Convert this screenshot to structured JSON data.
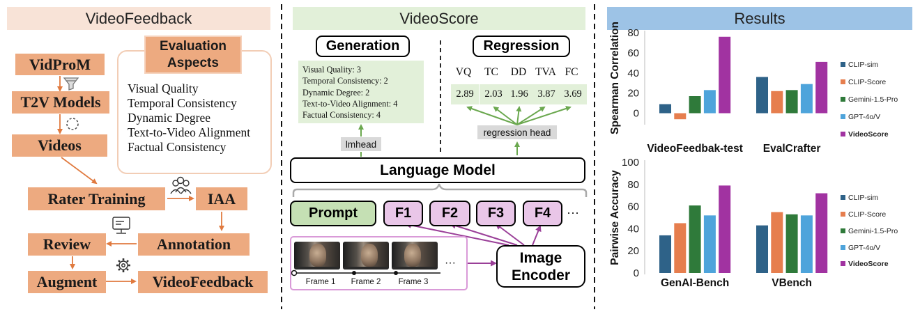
{
  "headers": {
    "left": "VideoFeedback",
    "middle": "VideoScore",
    "right": "Results"
  },
  "pipeline": {
    "vidprom": "VidProM",
    "t2v": "T2V Models",
    "videos": "Videos",
    "rater_training": "Rater Training",
    "iaa": "IAA",
    "review": "Review",
    "annotation": "Annotation",
    "augment": "Augment",
    "videofeedback": "VideoFeedback"
  },
  "aspects": {
    "title_line1": "Evaluation",
    "title_line2": "Aspects",
    "items": [
      "Visual Quality",
      "Temporal Consistency",
      "Dynamic Degree",
      "Text-to-Video Alignment",
      "Factual Consistency"
    ]
  },
  "generation": {
    "title": "Generation",
    "lines": [
      "Visual Quality: 3",
      "Temporal Consistency: 2",
      "Dynamic Degree: 2",
      "Text-to-Video Alignment: 4",
      "Factual Consistency: 4"
    ],
    "head": "lmhead"
  },
  "regression": {
    "title": "Regression",
    "labels": [
      "VQ",
      "TC",
      "DD",
      "TVA",
      "FC"
    ],
    "values": [
      "2.89",
      "2.03",
      "1.96",
      "3.87",
      "3.69"
    ],
    "head": "regression head"
  },
  "model": {
    "language_model": "Language Model",
    "prompt": "Prompt",
    "frames_tokens": [
      "F1",
      "F2",
      "F3",
      "F4"
    ],
    "ellipsis": "···",
    "image_encoder_line1": "Image",
    "image_encoder_line2": "Encoder",
    "frame_labels": [
      "Frame 1",
      "Frame 2",
      "Frame 3"
    ],
    "frames_ellipsis": "···"
  },
  "legend": [
    "CLIP-sim",
    "CLIP-Score",
    "Gemini-1.5-Pro",
    "GPT-4o/V",
    "VideoScore"
  ],
  "colors": {
    "orange_box": "#EDAA80",
    "green_fill": "#E2F0D9",
    "purple_fill": "#E9C6E8",
    "series": [
      "#2E6288",
      "#E67E4E",
      "#2F7A3A",
      "#4EA4DB",
      "#A133A1"
    ]
  },
  "chart_data": [
    {
      "type": "bar",
      "ylabel": "Spearman Correlation",
      "ylim": [
        -10,
        80
      ],
      "yticks": [
        0,
        20,
        40,
        60,
        80
      ],
      "categories": [
        "VideoFeedbak-test",
        "EvalCrafter"
      ],
      "series": [
        {
          "name": "CLIP-sim",
          "values": [
            9,
            36
          ]
        },
        {
          "name": "CLIP-Score",
          "values": [
            -6,
            22
          ]
        },
        {
          "name": "Gemini-1.5-Pro",
          "values": [
            17,
            23
          ]
        },
        {
          "name": "GPT-4o/V",
          "values": [
            23,
            29
          ]
        },
        {
          "name": "VideoScore",
          "values": [
            76,
            51
          ]
        }
      ],
      "legend": "right"
    },
    {
      "type": "bar",
      "ylabel": "Pairwise Accuracy",
      "ylim": [
        0,
        100
      ],
      "yticks": [
        0,
        20,
        40,
        60,
        80,
        100
      ],
      "categories": [
        "GenAI-Bench",
        "VBench"
      ],
      "series": [
        {
          "name": "CLIP-sim",
          "values": [
            34,
            43
          ]
        },
        {
          "name": "CLIP-Score",
          "values": [
            45,
            55
          ]
        },
        {
          "name": "Gemini-1.5-Pro",
          "values": [
            61,
            53
          ]
        },
        {
          "name": "GPT-4o/V",
          "values": [
            52,
            52
          ]
        },
        {
          "name": "VideoScore",
          "values": [
            79,
            72
          ]
        }
      ],
      "legend": "right"
    }
  ]
}
